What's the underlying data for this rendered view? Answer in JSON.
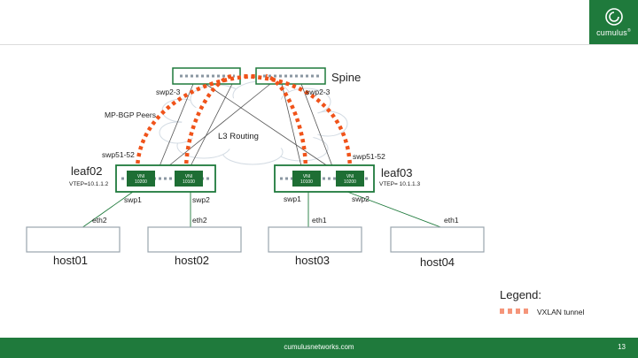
{
  "header": {
    "logo_text": "cumulus",
    "logo_mark": "®"
  },
  "footer": {
    "url": "cumulusnetworks.com",
    "page_number": "13"
  },
  "diagram": {
    "spine_label": "Spine",
    "spine_port_left": "swp2-3",
    "spine_port_right": "swp2-3",
    "mpbgp_label": "MP-BGP Peers",
    "l3_label": "L3 Routing",
    "leaf02": {
      "name": "leaf02",
      "vtep": "VTEP=10.1.1.2",
      "uplink": "swp51-52",
      "port1": "swp1",
      "port2": "swp2",
      "vni_left": [
        "VNI",
        "10200"
      ],
      "vni_right": [
        "VNI",
        "10100"
      ]
    },
    "leaf03": {
      "name": "leaf03",
      "vtep": "VTEP= 10.1.1.3",
      "uplink": "swp51-52",
      "port1": "swp1",
      "port2": "swp2",
      "vni_left": [
        "VNI",
        "10100"
      ],
      "vni_right": [
        "VNI",
        "10200"
      ]
    },
    "hosts": [
      {
        "name": "host01",
        "iface": "eth2"
      },
      {
        "name": "host02",
        "iface": "eth2"
      },
      {
        "name": "host03",
        "iface": "eth1"
      },
      {
        "name": "host04",
        "iface": "eth1"
      }
    ]
  },
  "legend": {
    "title": "Legend:",
    "item": "VXLAN tunnel"
  },
  "colors": {
    "brand_green": "#1f7a3c",
    "vni_green": "#1e6e34",
    "tunnel_orange": "#f0531a",
    "box_border": "#9aa5ad"
  }
}
